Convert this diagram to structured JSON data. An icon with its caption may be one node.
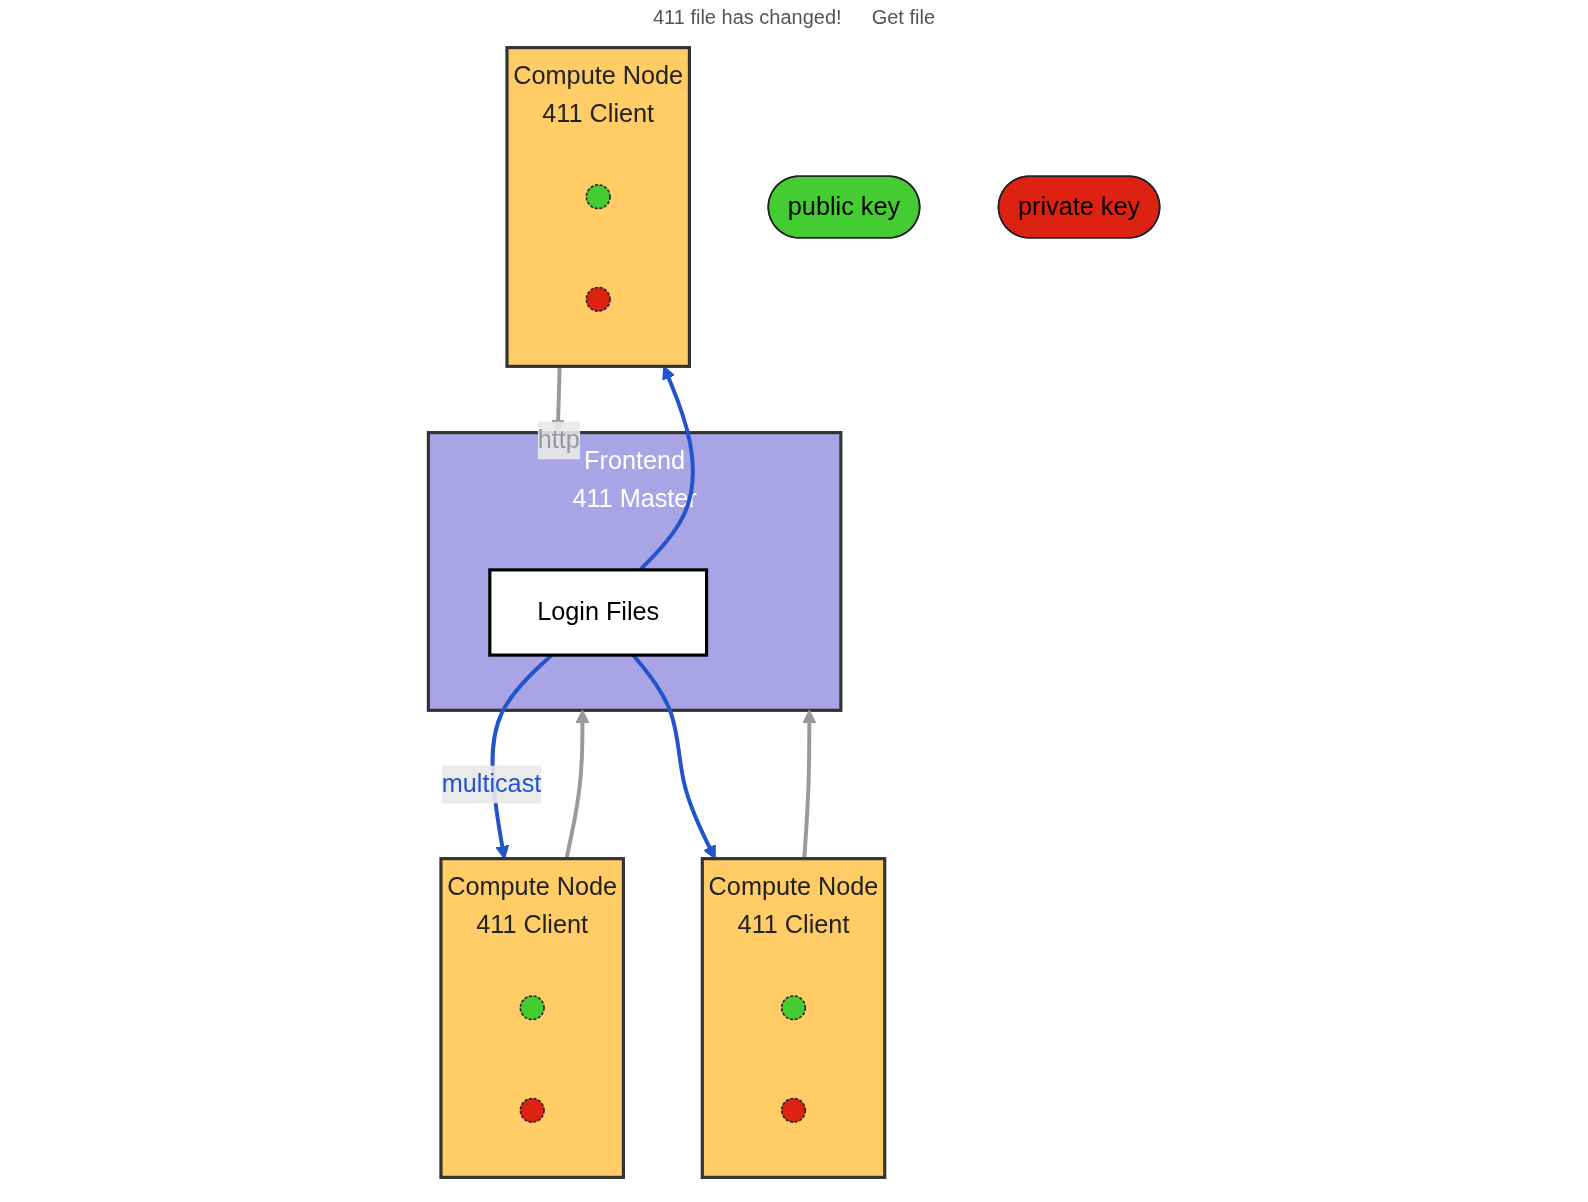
{
  "diagram": {
    "nodes": [
      {
        "text": [
          "Frontend",
          "411 Master"
        ]
      },
      {
        "text": [
          "Login Files"
        ],
        "in": 0
      },
      {
        "text": [
          "public key"
        ]
      },
      {
        "text": [
          "private key"
        ]
      },
      {
        "text": [
          "Compute Node",
          "411 Client"
        ]
      },
      {
        "text": [],
        "shape": "circle",
        "in": 4
      },
      {
        "text": [],
        "shape": "circle",
        "in": 4
      },
      {
        "text": [
          "Compute Node",
          "411 Client"
        ]
      },
      {
        "text": [],
        "shape": "circle",
        "in": 7
      },
      {
        "text": [],
        "shape": "circle",
        "in": 7
      },
      {
        "text": [
          "Compute Node",
          "411 Client"
        ]
      },
      {
        "text": [],
        "shape": "circle",
        "in": 10
      },
      {
        "text": [],
        "shape": "circle",
        "in": 10
      }
    ],
    "edges": [
      {
        "from": 1,
        "to": 4,
        "arrow": "to",
        "label": "multicast",
        "color": "#2255cc"
      },
      {
        "from": 1,
        "to": 7,
        "arrow": "to",
        "color": "#2255cc"
      },
      {
        "from": 1,
        "to": 10,
        "arrow": "to",
        "color": "#2255cc"
      },
      {
        "from": 4,
        "to": 0,
        "arrow": "to",
        "color": "#999999"
      },
      {
        "from": 7,
        "to": 0,
        "arrow": "to",
        "color": "#999999"
      },
      {
        "from": 10,
        "to": 0,
        "arrow": "to",
        "label": "http",
        "color": "#999999"
      }
    ],
    "labels": [
      "411 file has changed!",
      "Get file"
    ]
  }
}
